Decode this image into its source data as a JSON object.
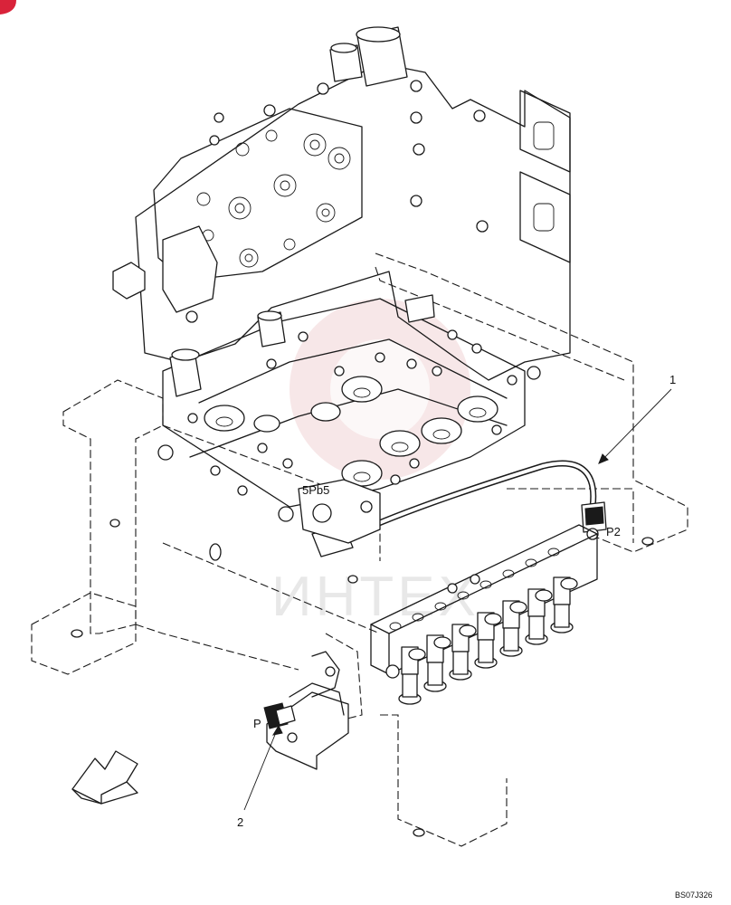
{
  "diagram": {
    "callouts": [
      {
        "id": "1",
        "text": "1"
      },
      {
        "id": "2",
        "text": "2"
      }
    ],
    "port_labels": {
      "p2": "P2",
      "p": "P",
      "valve": "5Pb5"
    },
    "drawing_code": "BS07J326",
    "watermark": {
      "text": "ИНТЕХ",
      "color": "#e8b7b9"
    }
  }
}
